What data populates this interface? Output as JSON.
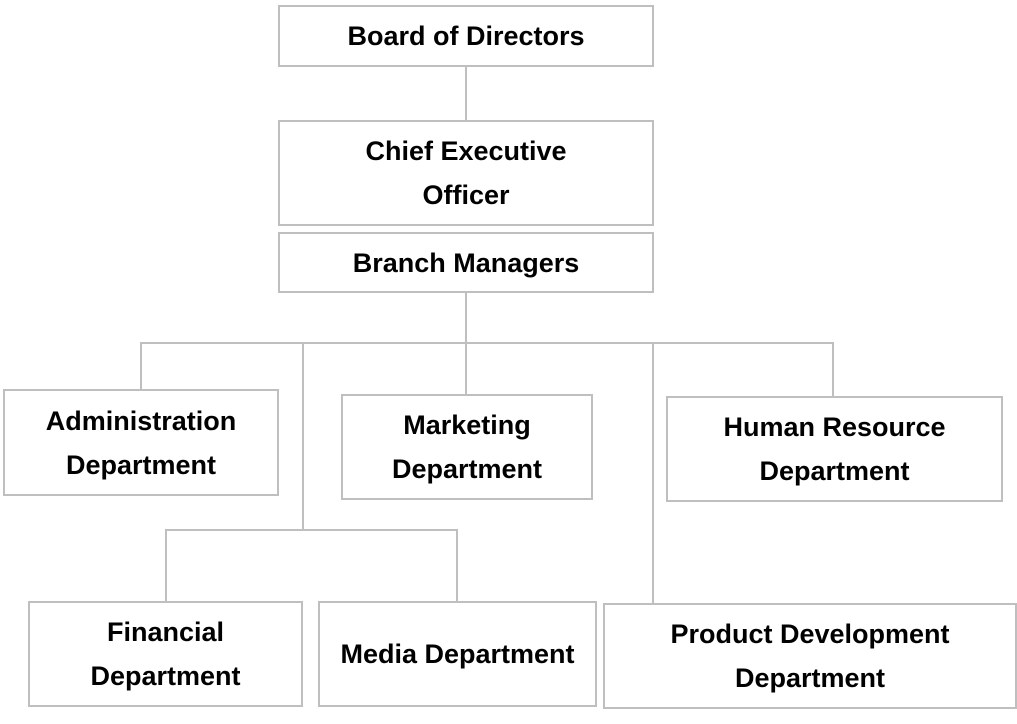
{
  "nodes": {
    "board": "Board of Directors",
    "ceo": "Chief Executive Officer",
    "branch": "Branch Managers",
    "admin": "Administration Department",
    "marketing": "Marketing Department",
    "hr": "Human Resource Department",
    "financial": "Financial Department",
    "media": "Media Department",
    "product": "Product Development Department"
  },
  "colors": {
    "line": "#bfbfbf",
    "text": "#000000"
  }
}
